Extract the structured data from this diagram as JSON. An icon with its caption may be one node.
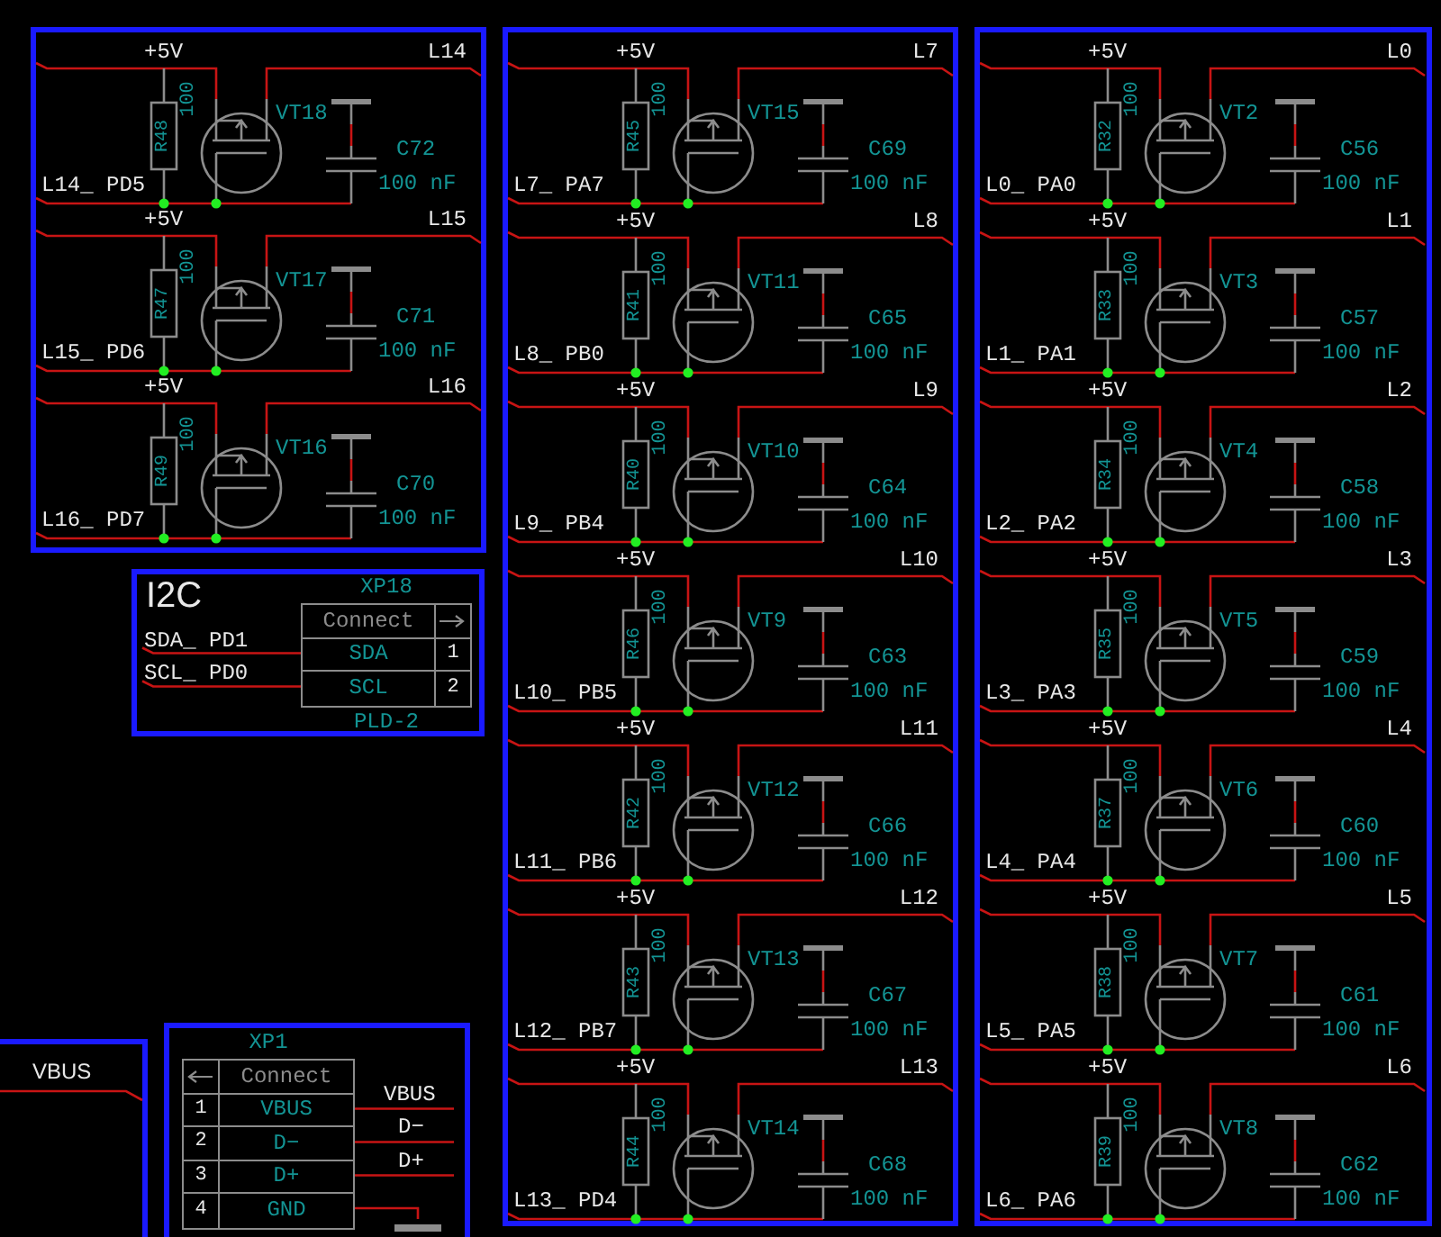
{
  "diagram": {
    "nodes": [
      {
        "text": [],
        "shape": "box"
      },
      {
        "text": [
          "+5V",
          "L14",
          "R48",
          "100",
          "VT18",
          "C72",
          "100 nF",
          "L14_ PD5"
        ],
        "in": 0
      },
      {
        "text": [
          "+5V",
          "L15",
          "R47",
          "100",
          "VT17",
          "C71",
          "100 nF",
          "L15_ PD6"
        ],
        "in": 0
      },
      {
        "text": [
          "+5V",
          "L16",
          "R49",
          "100",
          "VT16",
          "C70",
          "100 nF",
          "L16_ PD7"
        ],
        "in": 0
      },
      {
        "text": [],
        "shape": "box"
      },
      {
        "text": [
          "+5V",
          "L7",
          "R45",
          "100",
          "VT15",
          "C69",
          "100 nF",
          "L7_ PA7"
        ],
        "in": 4
      },
      {
        "text": [
          "+5V",
          "L8",
          "R41",
          "100",
          "VT11",
          "C65",
          "100 nF",
          "L8_ PB0"
        ],
        "in": 4
      },
      {
        "text": [
          "+5V",
          "L9",
          "R40",
          "100",
          "VT10",
          "C64",
          "100 nF",
          "L9_ PB4"
        ],
        "in": 4
      },
      {
        "text": [
          "+5V",
          "L10",
          "R46",
          "100",
          "VT9",
          "C63",
          "100 nF",
          "L10_ PB5"
        ],
        "in": 4
      },
      {
        "text": [
          "+5V",
          "L11",
          "R42",
          "100",
          "VT12",
          "C66",
          "100 nF",
          "L11_ PB6"
        ],
        "in": 4
      },
      {
        "text": [
          "+5V",
          "L12",
          "R43",
          "100",
          "VT13",
          "C67",
          "100 nF",
          "L12_ PB7"
        ],
        "in": 4
      },
      {
        "text": [
          "+5V",
          "L13",
          "R44",
          "100",
          "VT14",
          "C68",
          "100 nF",
          "L13_ PD4"
        ],
        "in": 4
      },
      {
        "text": [],
        "shape": "box"
      },
      {
        "text": [
          "+5V",
          "L0",
          "R32",
          "100",
          "VT2",
          "C56",
          "100 nF",
          "L0_ PA0"
        ],
        "in": 12
      },
      {
        "text": [
          "+5V",
          "L1",
          "R33",
          "100",
          "VT3",
          "C57",
          "100 nF",
          "L1_ PA1"
        ],
        "in": 12
      },
      {
        "text": [
          "+5V",
          "L2",
          "R34",
          "100",
          "VT4",
          "C58",
          "100 nF",
          "L2_ PA2"
        ],
        "in": 12
      },
      {
        "text": [
          "+5V",
          "L3",
          "R35",
          "100",
          "VT5",
          "C59",
          "100 nF",
          "L3_ PA3"
        ],
        "in": 12
      },
      {
        "text": [
          "+5V",
          "L4",
          "R37",
          "100",
          "VT6",
          "C60",
          "100 nF",
          "L4_ PA4"
        ],
        "in": 12
      },
      {
        "text": [
          "+5V",
          "L5",
          "R38",
          "100",
          "VT7",
          "C61",
          "100 nF",
          "L5_ PA5"
        ],
        "in": 12
      },
      {
        "text": [
          "+5V",
          "L6",
          "R39",
          "100",
          "VT8",
          "C62",
          "100 nF",
          "L6_ PA6"
        ],
        "in": 12
      },
      {
        "text": [
          "I2C"
        ]
      },
      {
        "text": [
          "SDA_ PD1"
        ],
        "in": 20
      },
      {
        "text": [
          "SCL_ PD0"
        ],
        "in": 20
      },
      {
        "text": [
          "XP18",
          "Connect",
          "SDA",
          "1",
          "SCL",
          "2",
          "PLD-2"
        ],
        "in": 20
      },
      {
        "text": [
          "VBUS"
        ]
      },
      {
        "text": [],
        "shape": "box"
      },
      {
        "text": [
          "XP1",
          "Connect",
          "1",
          "VBUS",
          "2",
          "D−",
          "3",
          "D+",
          "4",
          "GND"
        ],
        "in": 25
      },
      {
        "text": [
          "VBUS"
        ],
        "in": 25
      },
      {
        "text": [
          "D−"
        ],
        "in": 25
      },
      {
        "text": [
          "D+"
        ],
        "in": 25
      },
      {
        "text": [],
        "shape": "ground",
        "in": 25
      }
    ],
    "edges": [
      {
        "from": 21,
        "to": 23,
        "arrow": "none"
      },
      {
        "from": 22,
        "to": 23,
        "arrow": "none"
      },
      {
        "from": 26,
        "to": 27,
        "arrow": "none"
      },
      {
        "from": 26,
        "to": 28,
        "arrow": "none"
      },
      {
        "from": 26,
        "to": 29,
        "arrow": "none"
      },
      {
        "from": 26,
        "to": 30,
        "arrow": "none"
      }
    ]
  }
}
